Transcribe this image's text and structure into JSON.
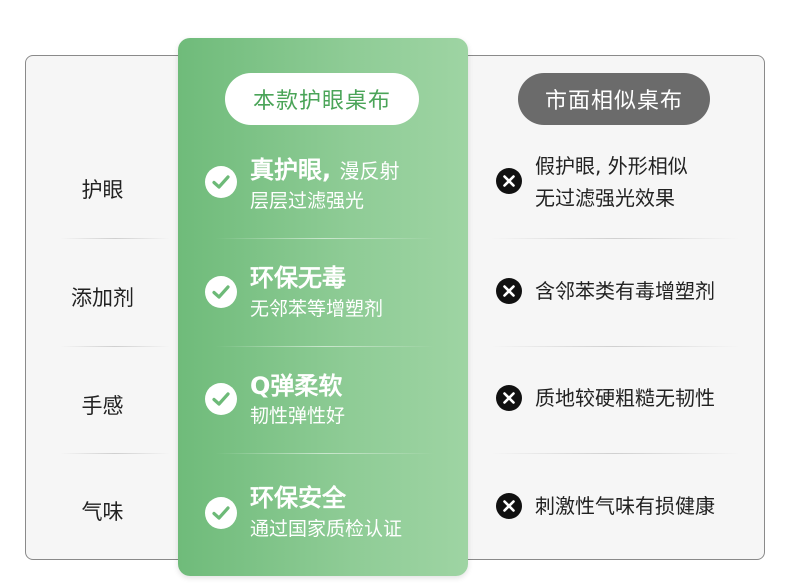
{
  "header": {
    "ours": "本款护眼桌布",
    "others": "市面相似桌布"
  },
  "rows": [
    {
      "label": "护眼",
      "ours_title": "真护眼,",
      "ours_title_extra": "漫反射",
      "ours_desc": "层层过滤强光",
      "others_line1": "假护眼, 外形相似",
      "others_line2": "无过滤强光效果"
    },
    {
      "label": "添加剂",
      "ours_title": "环保无毒",
      "ours_title_extra": "",
      "ours_desc": "无邻苯等增塑剂",
      "others_line1": "含邻苯类有毒增塑剂",
      "others_line2": ""
    },
    {
      "label": "手感",
      "ours_title": "Q弹柔软",
      "ours_title_extra": "",
      "ours_desc": "韧性弹性好",
      "others_line1": "质地较硬粗糙无韧性",
      "others_line2": ""
    },
    {
      "label": "气味",
      "ours_title": "环保安全",
      "ours_title_extra": "",
      "ours_desc": "通过国家质检认证",
      "others_line1": "刺激性气味有损健康",
      "others_line2": ""
    }
  ],
  "icons": {
    "ours": "check-circle-icon",
    "others": "x-circle-icon"
  },
  "colors": {
    "green": "#7cc386",
    "pill_grey": "#6b6b6b",
    "check_green": "#6dba78"
  }
}
